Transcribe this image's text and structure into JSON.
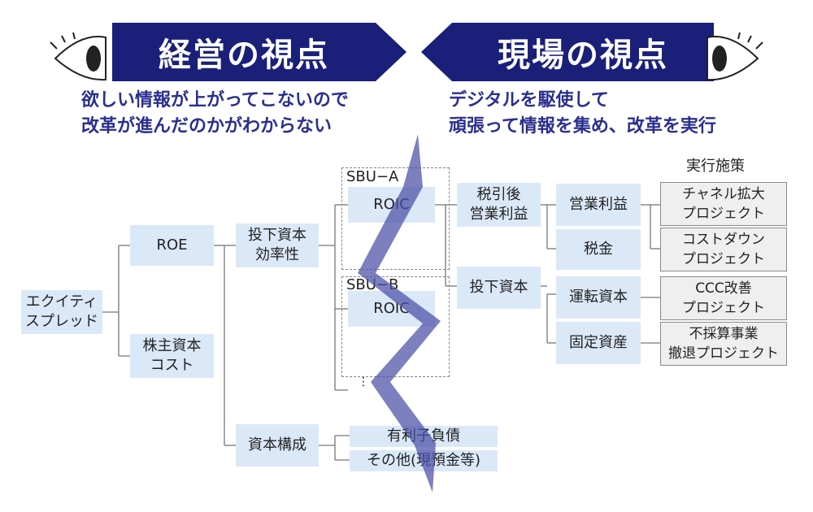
{
  "left_banner": {
    "title": "経営の視点"
  },
  "right_banner": {
    "title": "現場の視点"
  },
  "left_subtitle": {
    "line1": "欲しい情報が上がってこないので",
    "line2": "改革が進んだのかがわからない"
  },
  "right_subtitle": {
    "line1": "デジタルを駆使して",
    "line2": "頑張って情報を集め、改革を実行"
  },
  "colors": {
    "banner": "#1a1f7a",
    "subtitle": "#2a2f8f",
    "box_fill": "#dbe8f8",
    "zigzag": "#4a4fa6"
  },
  "tree": {
    "equity_spread": "エクイティ\nスプレッド",
    "roe": "ROE",
    "cost_of_equity": "株主資本\nコスト",
    "capital_efficiency": "投下資本\n効率性",
    "capital_structure": "資本構成",
    "sbu_a": {
      "label": "SBU−A",
      "roic": "ROIC"
    },
    "sbu_b": {
      "label": "SBU−B",
      "roic": "ROIC"
    },
    "ellipsis": "⋮",
    "interest_debt": "有利子負債",
    "other": "その他(現預金等)",
    "nopat": "税引後\n営業利益",
    "invested_capital": "投下資本",
    "operating_profit": "営業利益",
    "tax": "税金",
    "working_capital": "運転資本",
    "fixed_assets": "固定資産",
    "measures_header": "実行施策",
    "measures": [
      "チャネル拡大\nプロジェクト",
      "コストダウン\nプロジェクト",
      "CCC改善\nプロジェクト",
      "不採算事業\n撤退プロジェクト"
    ]
  }
}
